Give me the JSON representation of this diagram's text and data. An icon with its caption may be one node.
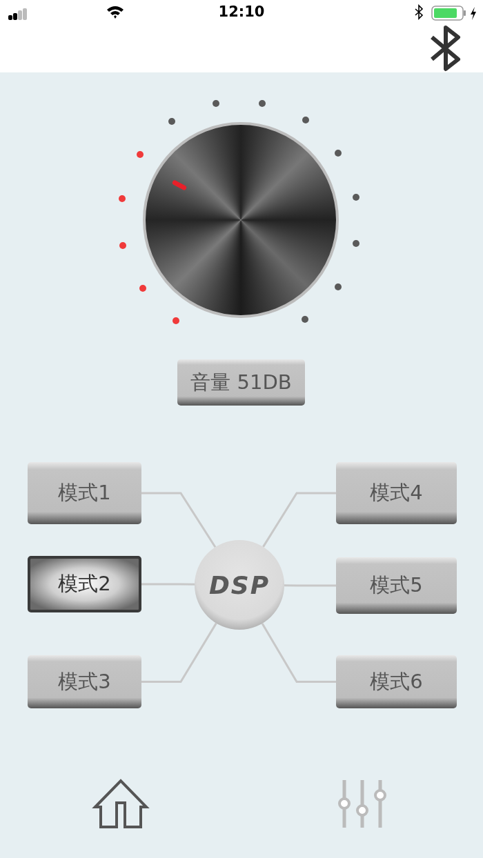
{
  "diagram": {
    "nodes": [
      {
        "text": [
          "音量 51DB"
        ]
      },
      {
        "text": [
          "模式1"
        ]
      },
      {
        "text": [
          "模式4"
        ]
      },
      {
        "text": [
          "模式2"
        ]
      },
      {
        "text": [
          "DSP"
        ]
      },
      {
        "text": [
          "模式5"
        ]
      },
      {
        "text": [
          "模式3"
        ]
      },
      {
        "text": [
          "模式6"
        ]
      }
    ],
    "edges": [
      {
        "from": 4,
        "to": 1,
        "arrow": "none"
      },
      {
        "from": 4,
        "to": 2,
        "arrow": "none"
      },
      {
        "from": 4,
        "to": 3,
        "arrow": "none"
      },
      {
        "from": 4,
        "to": 5,
        "arrow": "none"
      },
      {
        "from": 4,
        "to": 6,
        "arrow": "none"
      },
      {
        "from": 4,
        "to": 7,
        "arrow": "none"
      }
    ],
    "labels": [
      "12:10"
    ]
  }
}
